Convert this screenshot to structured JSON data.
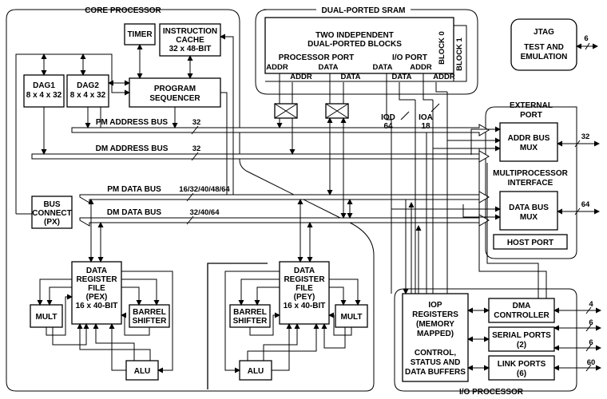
{
  "regions": {
    "core": "CORE PROCESSOR",
    "sram": "DUAL-PORTED SRAM",
    "ext": "EXTERNAL",
    "ext2": "PORT",
    "iop": "I/O PROCESSOR"
  },
  "sram": {
    "line1": "TWO  INDEPENDENT",
    "line2": "DUAL-PORTED BLOCKS",
    "pp": "PROCESSOR PORT",
    "iop": "I/O PORT",
    "b0": "BLOCK 0",
    "b1": "BLOCK 1",
    "ports": [
      "ADDR",
      "ADDR",
      "DATA",
      "DATA",
      "DATA",
      "ADDR",
      "DATA",
      "ADDR"
    ]
  },
  "jtag": {
    "l1": "JTAG",
    "l2": "TEST AND",
    "l3": "EMULATION",
    "width": "6"
  },
  "timer": "TIMER",
  "icache": {
    "l1": "INSTRUCTION",
    "l2": "CACHE",
    "l3": "32 x 48-BIT"
  },
  "dag1": {
    "l1": "DAG1",
    "l2": "8 x 4 x 32"
  },
  "dag2": {
    "l1": "DAG2",
    "l2": "8 x 4 x 32"
  },
  "seq": {
    "l1": "PROGRAM",
    "l2": "SEQUENCER"
  },
  "buses": {
    "pma": "PM ADDRESS BUS",
    "pma_w": "32",
    "dma": "DM ADDRESS BUS",
    "dma_w": "32",
    "pmd": "PM DATA BUS",
    "pmd_w": "16/32/40/48/64",
    "dmd": "DM DATA BUS",
    "dmd_w": "32/40/64",
    "iod": "IOD",
    "iod_w": "64",
    "ioa": "IOA",
    "ioa_w": "18"
  },
  "busconn": {
    "l1": "BUS",
    "l2": "CONNECT",
    "l3": "(PX)"
  },
  "addrmux": {
    "l1": "ADDR BUS",
    "l2": "MUX",
    "w": "32"
  },
  "mp": {
    "l1": "MULTIPROCESSOR",
    "l2": "INTERFACE"
  },
  "datamux": {
    "l1": "DATA BUS",
    "l2": "MUX",
    "w": "64"
  },
  "host": "HOST PORT",
  "pex": {
    "l1": "DATA",
    "l2": "REGISTER",
    "l3": "FILE",
    "l4": "(PEX)",
    "l5": "16 x 40-BIT"
  },
  "pey": {
    "l1": "DATA",
    "l2": "REGISTER",
    "l3": "FILE",
    "l4": "(PEY)",
    "l5": "16 x 40-BIT"
  },
  "mult": "MULT",
  "barrel": {
    "l1": "BARREL",
    "l2": "SHIFTER"
  },
  "alu": "ALU",
  "iopreg": {
    "l1": "IOP",
    "l2": "REGISTERS",
    "l3": "(MEMORY",
    "l4": "MAPPED)",
    "l5": "CONTROL,",
    "l6": "STATUS AND",
    "l7": "DATA BUFFERS"
  },
  "dmac": {
    "l1": "DMA",
    "l2": "CONTROLLER",
    "w": "4"
  },
  "serial": {
    "l1": "SERIAL PORTS",
    "l2": "(2)",
    "w": "6"
  },
  "link": {
    "l1": "LINK PORTS",
    "l2": "(6)",
    "w": "60",
    "w2": "6"
  }
}
